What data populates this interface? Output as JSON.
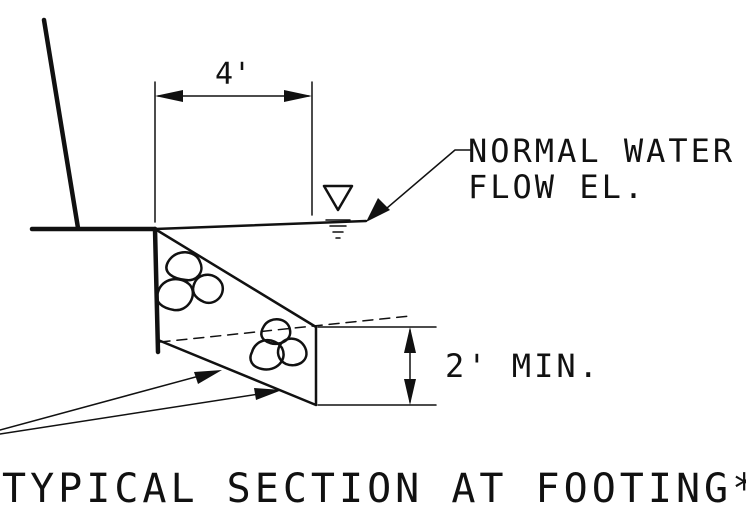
{
  "dimensions": {
    "width_label": "4'",
    "depth_label": "2' MIN."
  },
  "note": {
    "line1": "NORMAL WATER",
    "line2": "FLOW EL."
  },
  "title": "TYPICAL SECTION AT FOOTING*",
  "icons": {
    "water_level": "triangle-down-water-symbol",
    "riprap": "stone-cluster"
  }
}
